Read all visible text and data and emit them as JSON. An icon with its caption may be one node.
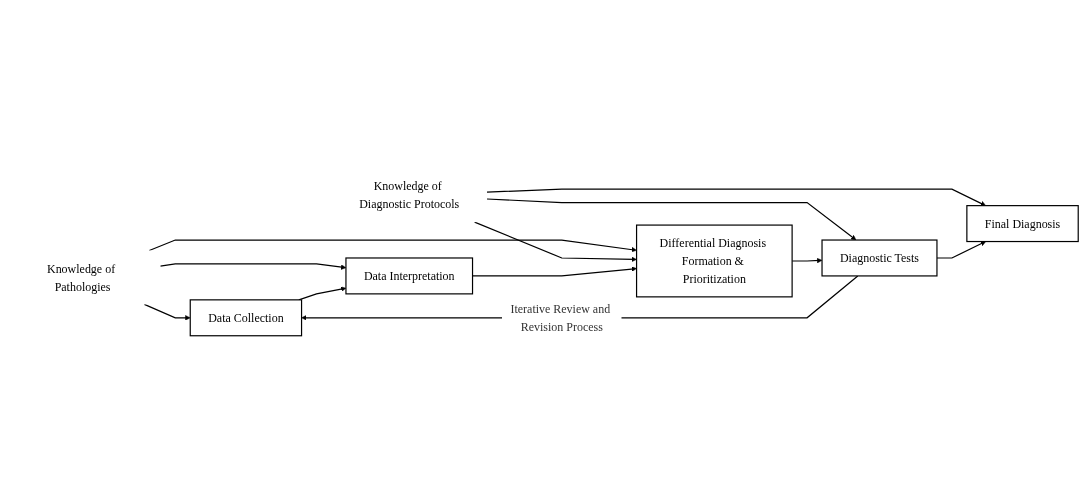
{
  "diagram": {
    "nodes": [
      {
        "text": [
          "Knowledge of Pathologies"
        ]
      },
      {
        "text": [
          "Knowledge of Diagnostic Protocols"
        ]
      },
      {
        "text": [
          "Data Collection"
        ]
      },
      {
        "text": [
          "Data Interpretation"
        ]
      },
      {
        "text": [
          "Differential Diagnosis Formation & Prioritization"
        ]
      },
      {
        "text": [
          "Diagnostic Tests"
        ]
      },
      {
        "text": [
          "Final Diagnosis"
        ]
      }
    ],
    "edges": [
      {
        "from": 0,
        "to": 2,
        "arrow": "to"
      },
      {
        "from": 0,
        "to": 3,
        "arrow": "to"
      },
      {
        "from": 0,
        "to": 4,
        "arrow": "to"
      },
      {
        "from": 1,
        "to": 4,
        "arrow": "to"
      },
      {
        "from": 1,
        "to": 5,
        "arrow": "to"
      },
      {
        "from": 1,
        "to": 6,
        "arrow": "to"
      },
      {
        "from": 2,
        "to": 3,
        "arrow": "to"
      },
      {
        "from": 3,
        "to": 4,
        "arrow": "to"
      },
      {
        "from": 4,
        "to": 5,
        "arrow": "to"
      },
      {
        "from": 5,
        "to": 6,
        "arrow": "to"
      },
      {
        "from": 5,
        "to": 2,
        "arrow": "to",
        "label": "Iterative Review and Revision Process"
      }
    ]
  }
}
